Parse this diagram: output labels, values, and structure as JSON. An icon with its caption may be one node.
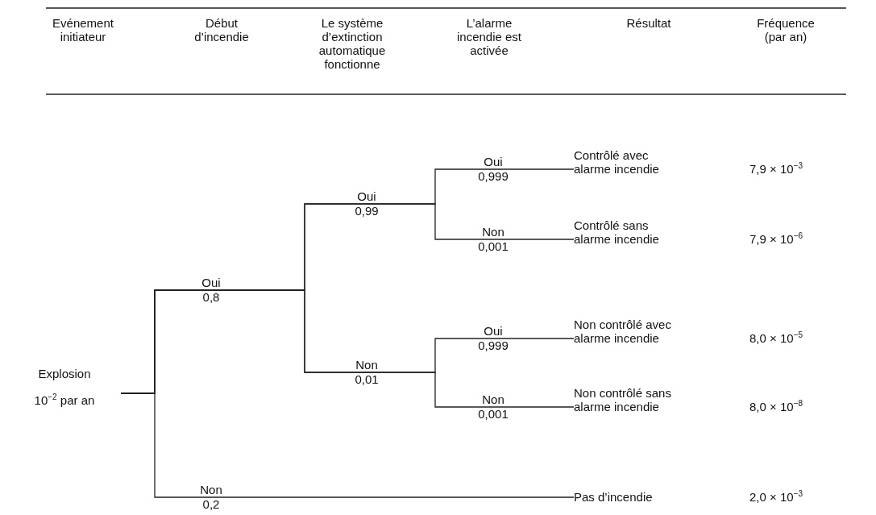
{
  "diagram": {
    "nodes": [
      {
        "text": [
          "Explosion",
          "10$^{−2}$ par an"
        ]
      },
      {
        "text": [
          "Contrôlé avec alarme incendie"
        ]
      },
      {
        "text": [
          "Contrôlé sans alarme incendie"
        ]
      },
      {
        "text": [
          "Non contrôlé avec alarme incendie"
        ]
      },
      {
        "text": [
          "Non contrôlé sans alarme incendie"
        ]
      },
      {
        "text": [
          "Pas d’incendie"
        ]
      }
    ],
    "edges": [
      {
        "from": 0,
        "to": 1,
        "arrow": "none"
      },
      {
        "from": 0,
        "to": 2,
        "arrow": "none"
      },
      {
        "from": 0,
        "to": 3,
        "arrow": "none"
      },
      {
        "from": 0,
        "to": 4,
        "arrow": "none"
      },
      {
        "from": 0,
        "to": 5,
        "arrow": "none"
      }
    ],
    "labels": [
      "Evénement initiateur",
      "Début d’incendie",
      "Le système d’extinction automatique fonctionne",
      "L’alarme incendie est activée",
      "Résultat",
      "Fréquence (par an)",
      "Oui",
      "0,999",
      "Oui",
      "0,99",
      "Non",
      "0,001",
      "Oui",
      "0,8",
      "Oui",
      "0,999",
      "Non",
      "0,01",
      "Non",
      "0,001",
      "Non",
      "0,2",
      "7,9 × 10$^{−3}$",
      "7,9 × 10$^{−6}$",
      "8,0 × 10$^{−5}$",
      "8,0 × 10$^{−8}$",
      "2,0 × 10$^{−3}$"
    ]
  }
}
